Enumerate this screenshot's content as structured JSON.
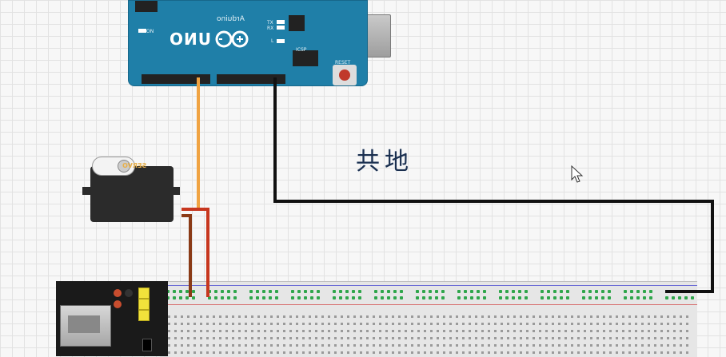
{
  "arduino": {
    "logo": "UNO",
    "brand": "Arduino",
    "icsp_label": "ICSP",
    "tx": "TX",
    "rx": "RX",
    "led_l": "L",
    "on": "ON",
    "reset": "RESET"
  },
  "servo": {
    "label": "SERVO"
  },
  "annotation": {
    "text": "共地"
  },
  "colors": {
    "board": "#1f7fa8",
    "wire_signal": "#f0a342",
    "wire_ground": "#111111",
    "wire_power": "#c7371f",
    "servo_body": "#2b2b2b",
    "breadboard": "#e6e6e6",
    "breadboard_hole": "#2fa64b"
  },
  "icons": {
    "cursor": "mouse-pointer-icon"
  }
}
